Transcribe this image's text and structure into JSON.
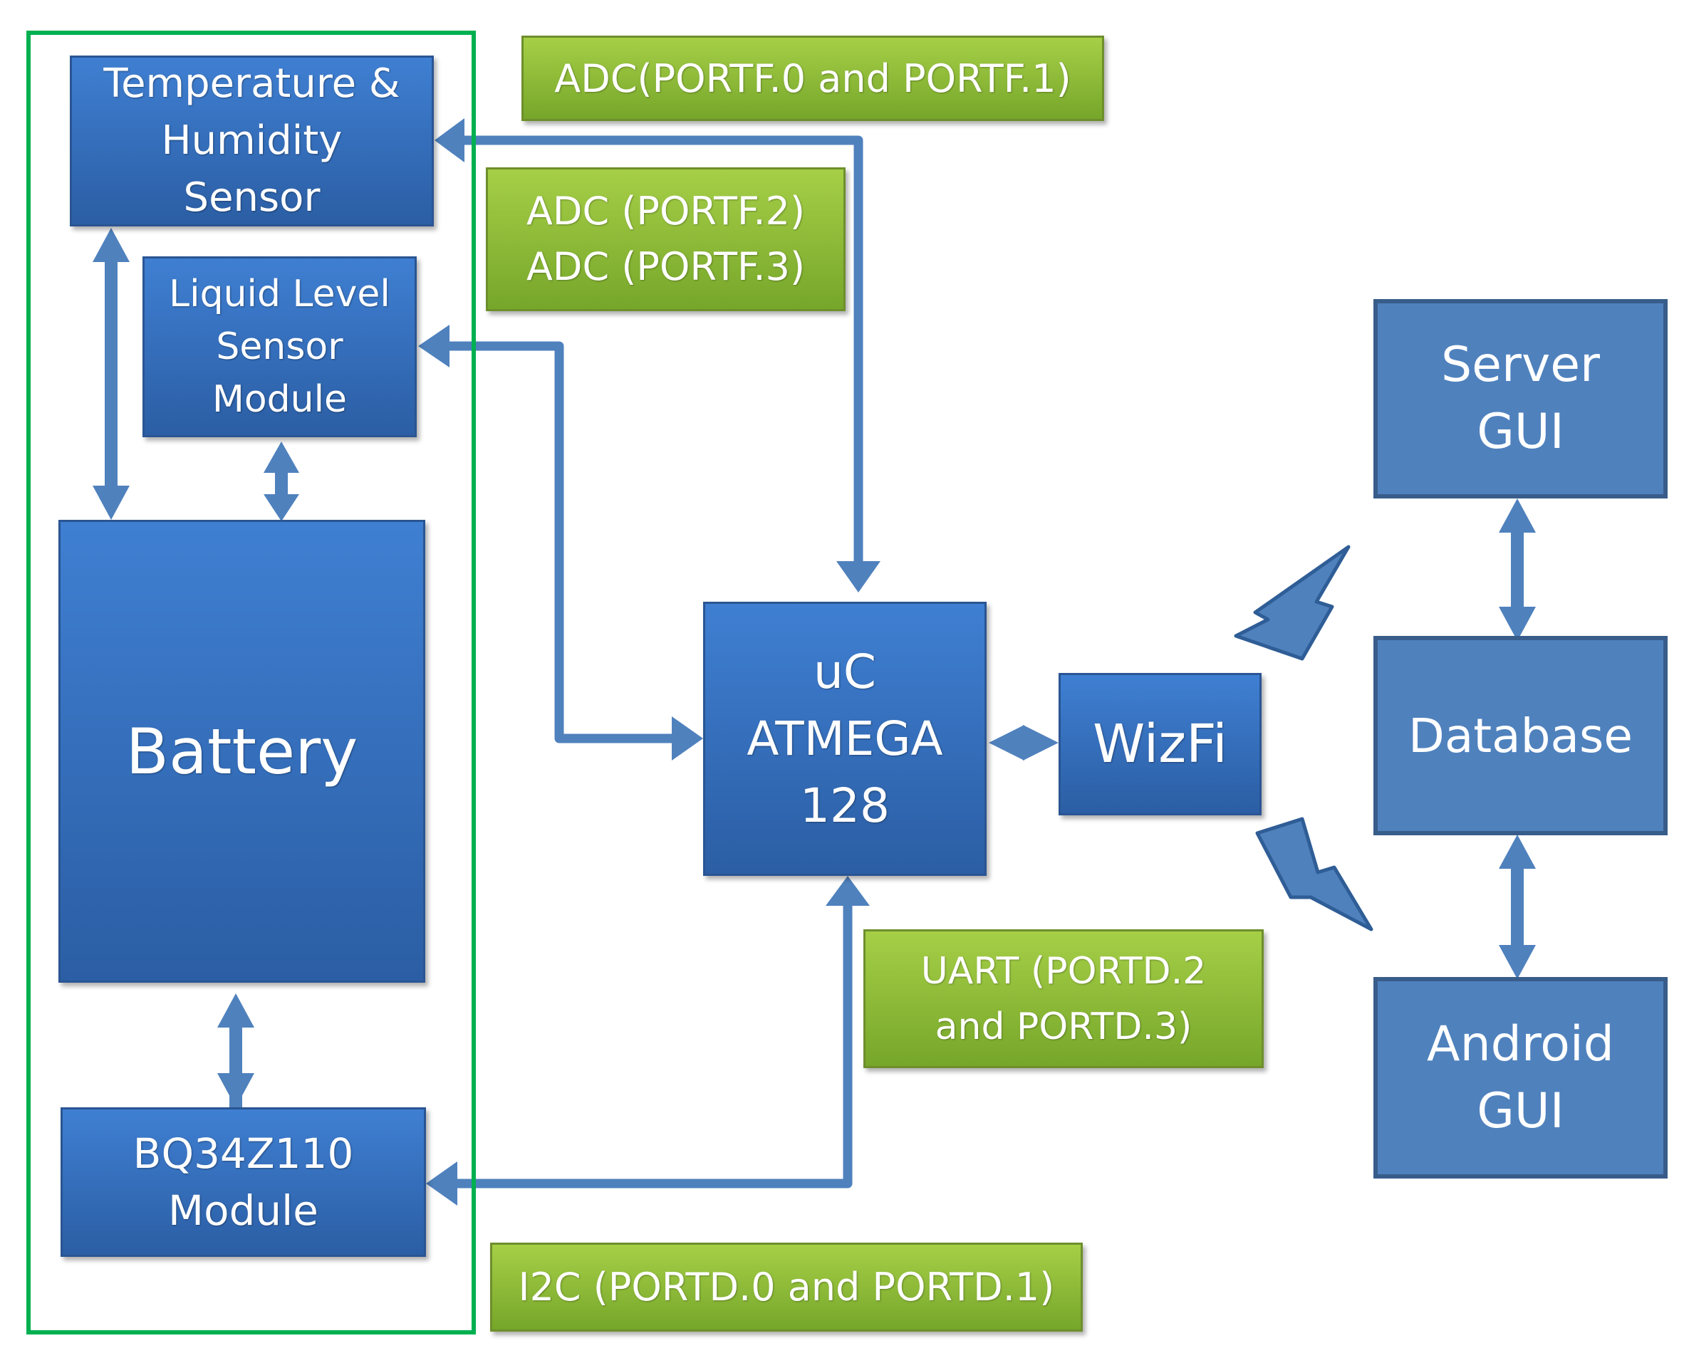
{
  "blocks": {
    "temp_sensor": [
      "Temperature &",
      "Humidity",
      "Sensor"
    ],
    "liquid_sensor": [
      "Liquid Level",
      "Sensor",
      "Module"
    ],
    "battery": [
      "Battery"
    ],
    "bq_module": [
      "BQ34Z110",
      "Module"
    ],
    "uc": [
      "uC",
      "ATMEGA",
      "128"
    ],
    "wizfi": [
      "WizFi"
    ],
    "server_gui": [
      "Server",
      "GUI"
    ],
    "database": [
      "Database"
    ],
    "android_gui": [
      "Android",
      "GUI"
    ]
  },
  "labels": {
    "adc_portf01": [
      "ADC(PORTF.0 and PORTF.1)"
    ],
    "adc_portf23": [
      "ADC (PORTF.2)",
      "ADC (PORTF.3)"
    ],
    "uart": [
      "UART (PORTD.2",
      "and PORTD.3)"
    ],
    "i2c": [
      "I2C (PORTD.0 and PORTD.1)"
    ]
  },
  "colors": {
    "block_blue": "#3a75c4",
    "flat_blue": "#4f81bd",
    "label_green": "#92c03c",
    "group_border": "#00b050",
    "connector": "#4f81bd"
  }
}
